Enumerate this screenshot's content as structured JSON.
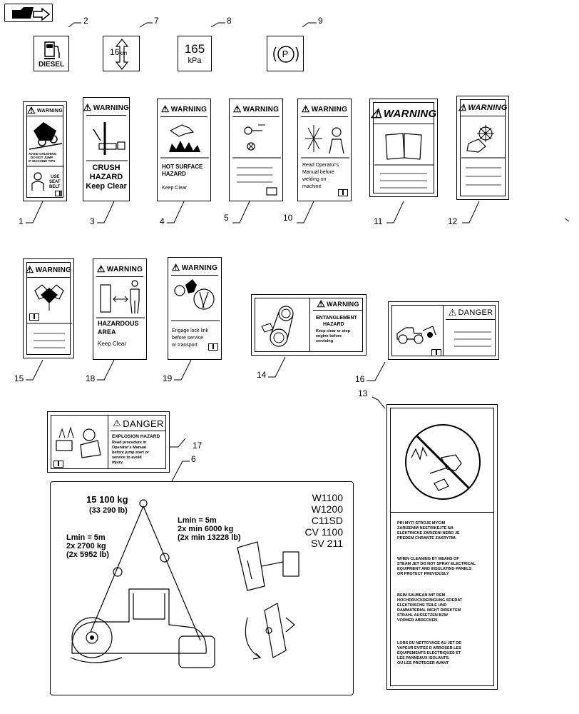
{
  "callouts": {
    "c1": "1",
    "c2": "2",
    "c3": "3",
    "c4": "4",
    "c5": "5",
    "c6": "6",
    "c7": "7",
    "c8": "8",
    "c9": "9",
    "c10": "10",
    "c11": "11",
    "c12": "12",
    "c13": "13",
    "c14": "14",
    "c15": "15",
    "c16": "16",
    "c17": "17",
    "c18": "18",
    "c19": "19"
  },
  "icons": {
    "diesel": "DIESEL",
    "speed": "16",
    "speed_unit": "km",
    "pressure_value": "165",
    "pressure_unit": "kPa",
    "parking": "P"
  },
  "labels": {
    "warning": "WARNING",
    "danger": "DANGER",
    "d1_text1": "AVOID CRUSHING",
    "d1_text2": "DO NOT JUMP",
    "d1_text3": "IF MACHINE TIPS",
    "d1_text4": "USE",
    "d1_text5": "SEAT",
    "d1_text6": "BELT",
    "d3_text1": "CRUSH",
    "d3_text2": "HAZARD",
    "d3_text3": "Keep Clear",
    "d4_text1": "HOT SURFACE",
    "d4_text2": "HAZARD",
    "d4_text3": "Keep Clear",
    "d10_text1": "Read Operator's",
    "d10_text2": "Manual before",
    "d10_text3": "welding on",
    "d10_text4": "machine",
    "d18_text1": "HAZARDOUS",
    "d18_text2": "AREA",
    "d18_text3": "Keep Clear",
    "d19_text1": "Engage lock link",
    "d19_text2": "before service",
    "d19_text3": "or transport",
    "d14_text1": "ENTANGLEMENT",
    "d14_text2": "HAZARD",
    "d14_text3": "Keep clear or stop",
    "d14_text4": "engine before",
    "d14_text5": "servicing",
    "d17_title": "EXPLOSION HAZARD",
    "d17_text1": "Read procedure in",
    "d17_text2": "Operator's Manual",
    "d17_text3": "before jump start or",
    "d17_text4": "service to avoid",
    "d17_text5": "injury."
  },
  "lift": {
    "total": "15 100 kg",
    "total_lb": "(33 290 lb)",
    "left_l": "Lmin = 5m",
    "left_w": "2x 2700 kg",
    "left_lb": "(2x 5952 lb)",
    "right_l": "Lmin = 5m",
    "right_w": "2x min 6000 kg",
    "right_lb": "(2x min 13228 lb)",
    "m1": "W1100",
    "m2": "W1200",
    "m3": "C11SD",
    "m4": "CV 1100",
    "m5": "SV 211"
  },
  "steam": {
    "cz1": "PRI MYTI STROJE MYCIM",
    "cz2": "ZARIZENIM NESTRIKEJTE NA",
    "cz3": "ELEKTRICKE ZARIZENI NEBO JE",
    "cz4": "PREDEM CHRANTE ZAKRYTIM.",
    "en1": "WHEN CLEANING BY MEANS OF",
    "en2": "STEAM JET DO NOT SPRAY ELECTRICAL",
    "en3": "EQUIPMENT AND INSULATING PANELS",
    "en4": "OR PROTECT PREVIOUSLY",
    "de1": "BEIM SAUBEAN MIT DEM",
    "de2": "HOCHDRUCKREINIGUNG SOERAT",
    "de3": "ELEKTRISCHE TEILE UND",
    "de4": "DAMMATERIAL NIGHT DIREKTEM",
    "de5": "STRAHL AUSSETZEN BZW",
    "de6": "VORHER ABDECKEN",
    "fr1": "LORS DU NETTOYAGE AU JET DE",
    "fr2": "VAPEUR EVITEZ D ARROSER LES",
    "fr3": "EQUIPEMENTS ELECTRIQUES ET",
    "fr4": "LES PANNEAUX ISOLANTS.",
    "fr5": "OU LES PROTEGER AVANT"
  }
}
